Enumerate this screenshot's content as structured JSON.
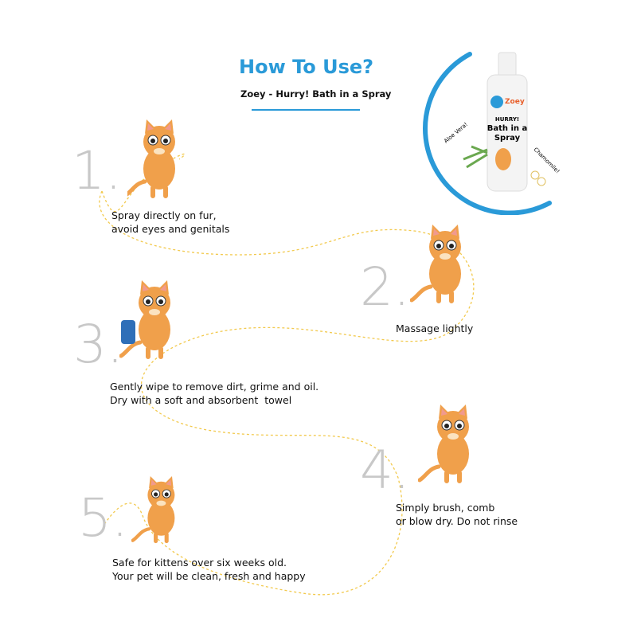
{
  "header": {
    "title": "How To Use?",
    "subtitle": "Zoey - Hurry! Bath in a Spray"
  },
  "product": {
    "brand": "Zoey",
    "label_lines": [
      "HURRY!",
      "Bath in a",
      "Spray"
    ],
    "ingredients": [
      "Aloe Vera!",
      "Chamomile!"
    ]
  },
  "steps": [
    {
      "number": "1.",
      "lines": [
        "Spray directly on fur,",
        "avoid eyes and genitals"
      ]
    },
    {
      "number": "2.",
      "lines": [
        "Massage lightly"
      ]
    },
    {
      "number": "3.",
      "lines": [
        "Gently wipe to remove dirt, grime and oil.",
        "Dry with a soft and absorbent  towel"
      ]
    },
    {
      "number": "4.",
      "lines": [
        "Simply brush, comb",
        "or blow dry. Do not rinse"
      ]
    },
    {
      "number": "5.",
      "lines": [
        "Safe for kittens over six weeks old.",
        "Your pet will be clean, fresh and happy"
      ]
    }
  ],
  "colors": {
    "accent": "#2a9ad8",
    "path": "#f2c94c",
    "cat": "#f0a04b"
  }
}
